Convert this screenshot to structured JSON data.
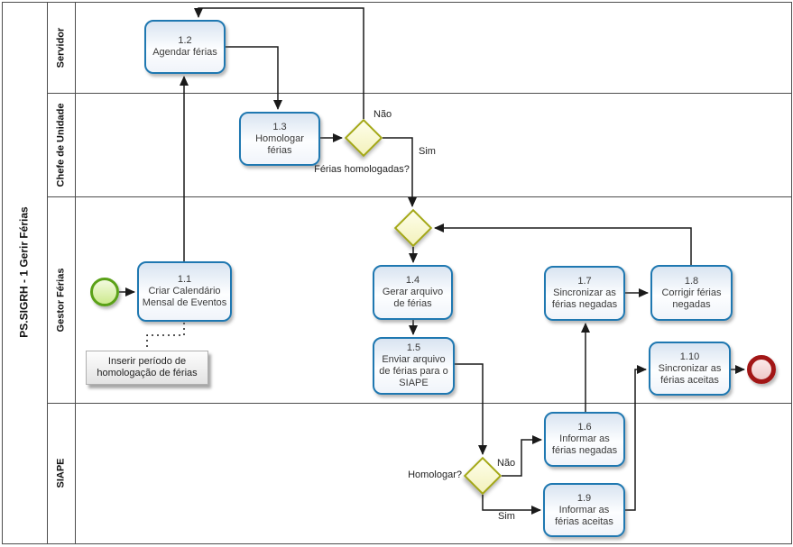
{
  "pool": {
    "title": "PS.SIGRH - 1 Gerir Férias"
  },
  "lanes": {
    "servidor": {
      "label": "Servidor"
    },
    "chefe": {
      "label": "Chefe de Unidade"
    },
    "gestor": {
      "label": "Gestor Férias"
    },
    "siape": {
      "label": "SIAPE"
    }
  },
  "tasks": {
    "t11": {
      "number": "1.1",
      "name": "Criar Calendário Mensal de Eventos"
    },
    "t12": {
      "number": "1.2",
      "name": "Agendar férias"
    },
    "t13": {
      "number": "1.3",
      "name": "Homologar férias"
    },
    "t14": {
      "number": "1.4",
      "name": "Gerar arquivo de férias"
    },
    "t15": {
      "number": "1.5",
      "name": "Enviar arquivo de férias para o SIAPE"
    },
    "t16": {
      "number": "1.6",
      "name": "Informar as férias negadas"
    },
    "t17": {
      "number": "1.7",
      "name": "Sincronizar as férias negadas"
    },
    "t18": {
      "number": "1.8",
      "name": "Corrigir férias negadas"
    },
    "t19": {
      "number": "1.9",
      "name": "Informar as férias aceitas"
    },
    "t110": {
      "number": "1.10",
      "name": "Sincronizar as férias aceitas"
    }
  },
  "gateways": {
    "gw1": {
      "question": "Férias homologadas?",
      "no": "Não",
      "yes": "Sim"
    },
    "gw2": {
      "question": ""
    },
    "gw3": {
      "question": "Homologar?",
      "no": "Não",
      "yes": "Sim"
    }
  },
  "annotation": {
    "text": "Inserir período de homologação de férias"
  },
  "colors": {
    "task_border": "#1f78b1",
    "gateway_border": "#a4a816",
    "start_border": "#5aa117",
    "end_border": "#a21616",
    "flow_line": "#1a1a1a",
    "lane_line": "#4d4d4d"
  }
}
